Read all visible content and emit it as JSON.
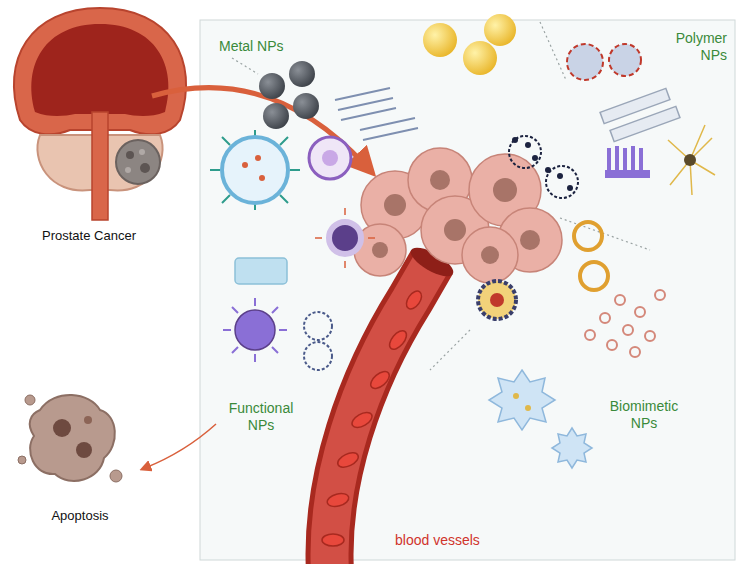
{
  "diagram": {
    "labels": [
      "Metal NPs",
      "Polymer NPs",
      "Prostate Cancer",
      "Functional NPs",
      "Biomimetic NPs",
      "Apoptosis",
      "blood vessels"
    ]
  }
}
